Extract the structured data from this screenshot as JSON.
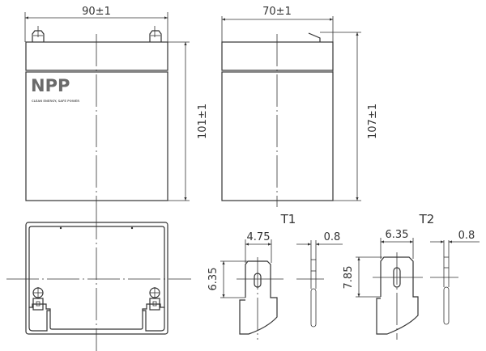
{
  "front_view": {
    "width_dim": "90±1",
    "height_dim": "101±1",
    "logo": {
      "text": "NPP",
      "tagline": "CLEAN ENERGY, SAFE POWER"
    }
  },
  "side_view": {
    "width_dim": "70±1",
    "height_dim": "107±1"
  },
  "terminal_t1": {
    "label": "T1",
    "width_dim": "4.75",
    "height_dim": "6.35",
    "thickness_dim": "0.8"
  },
  "terminal_t2": {
    "label": "T2",
    "width_dim": "6.35",
    "height_dim": "7.85",
    "thickness_dim": "0.8"
  }
}
